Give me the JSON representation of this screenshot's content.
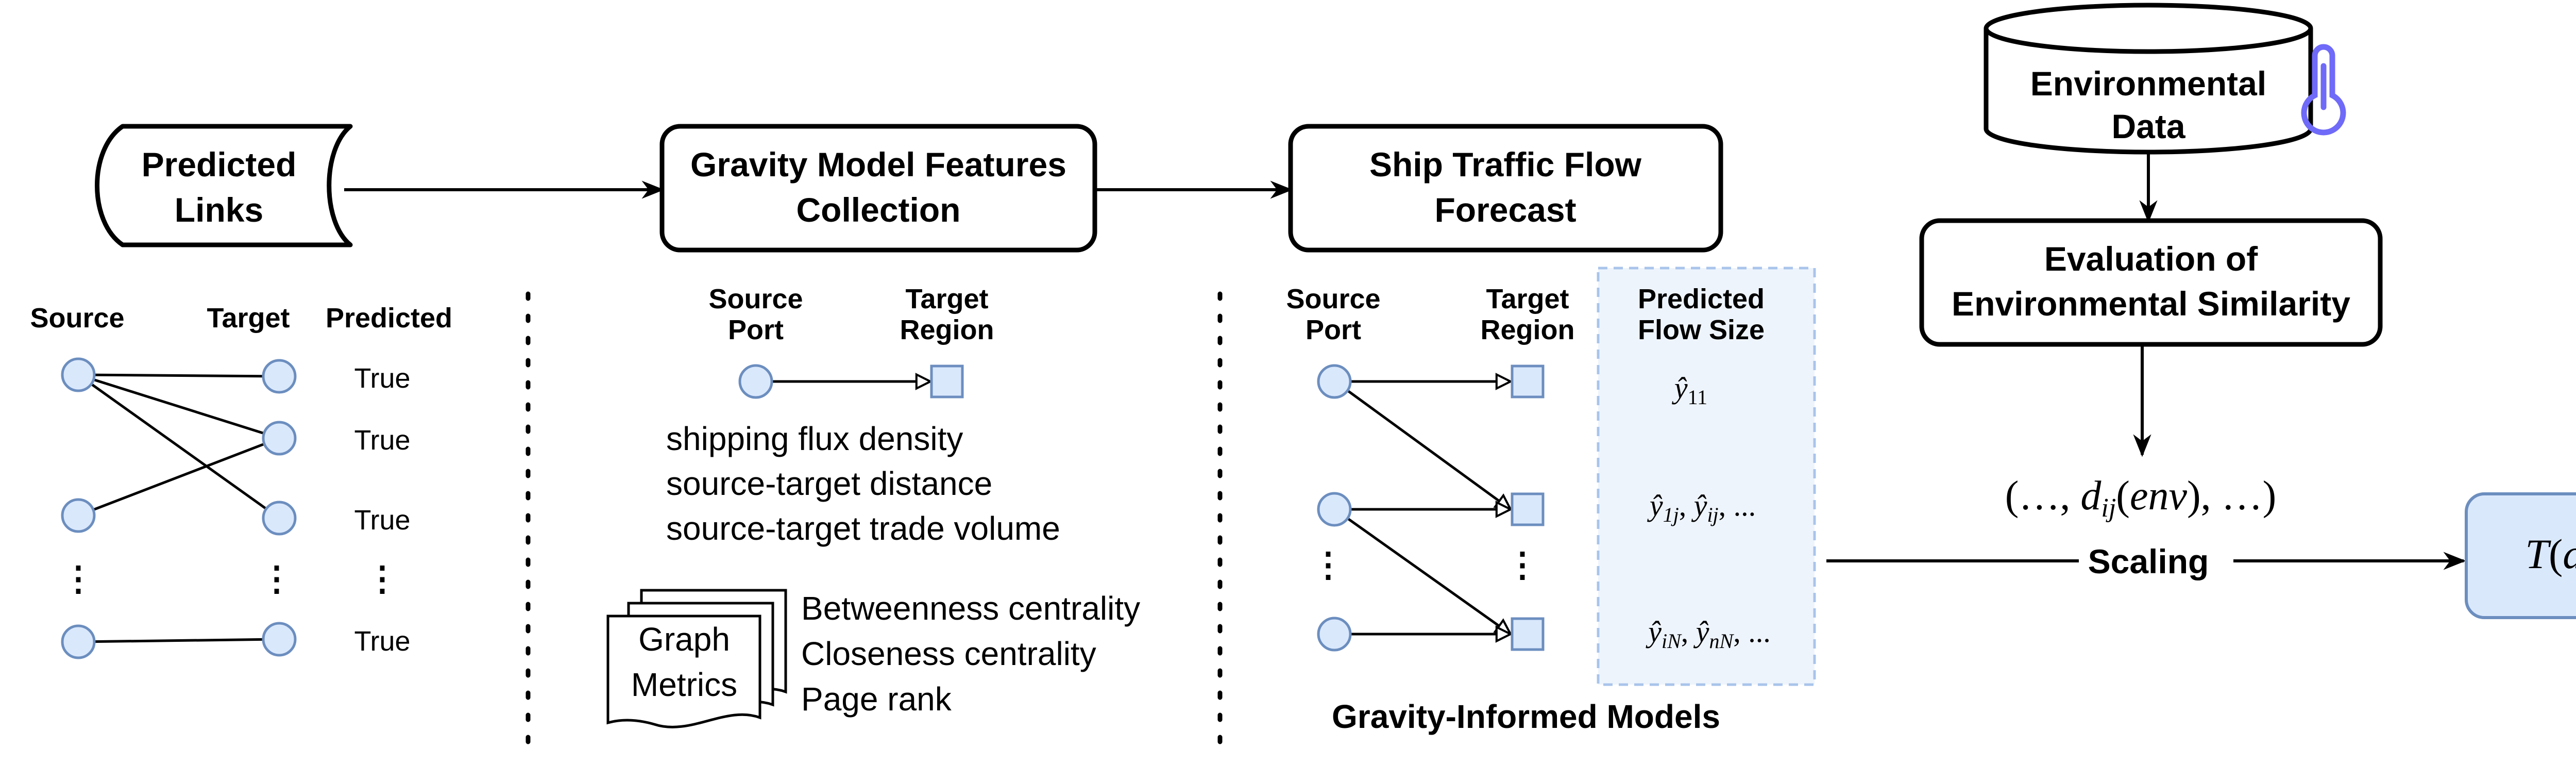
{
  "blocks": {
    "predicted_links": [
      "Predicted",
      "Links"
    ],
    "gravity_features": [
      "Gravity Model Features",
      "Collection"
    ],
    "ship_forecast": [
      "Ship Traffic Flow",
      "Forecast"
    ],
    "environmental_data": [
      "Environmental",
      "Data"
    ],
    "evaluation": [
      "Evaluation of",
      "Environmental Similarity"
    ],
    "scaling_label": "Scaling",
    "output": "T(d)"
  },
  "panel1": {
    "col_source": "Source",
    "col_target": "Target",
    "col_predicted": "Predicted",
    "values": [
      "True",
      "True",
      "True",
      "True"
    ],
    "ellipsis": "⋮"
  },
  "panel2": {
    "source_port": [
      "Source",
      "Port"
    ],
    "target_region": [
      "Target",
      "Region"
    ],
    "features": [
      "shipping flux density",
      "source-target distance",
      "source-target trade volume"
    ],
    "graph_metrics_label": [
      "Graph",
      "Metrics"
    ],
    "metrics": [
      "Betweenness centrality",
      "Closeness centrality",
      "Page rank"
    ]
  },
  "panel3": {
    "source_port": [
      "Source",
      "Port"
    ],
    "target_region": [
      "Target",
      "Region"
    ],
    "flow_header": [
      "Predicted",
      "Flow Size"
    ],
    "caption": "Gravity-Informed Models",
    "ellipsis": "⋮"
  },
  "colors": {
    "node_fill": "#dae8fc",
    "node_stroke": "#6c8ebf",
    "panel_fill": "#eef4fc",
    "panel_stroke": "#a9c4eb",
    "thermo": "#6f6af8"
  }
}
